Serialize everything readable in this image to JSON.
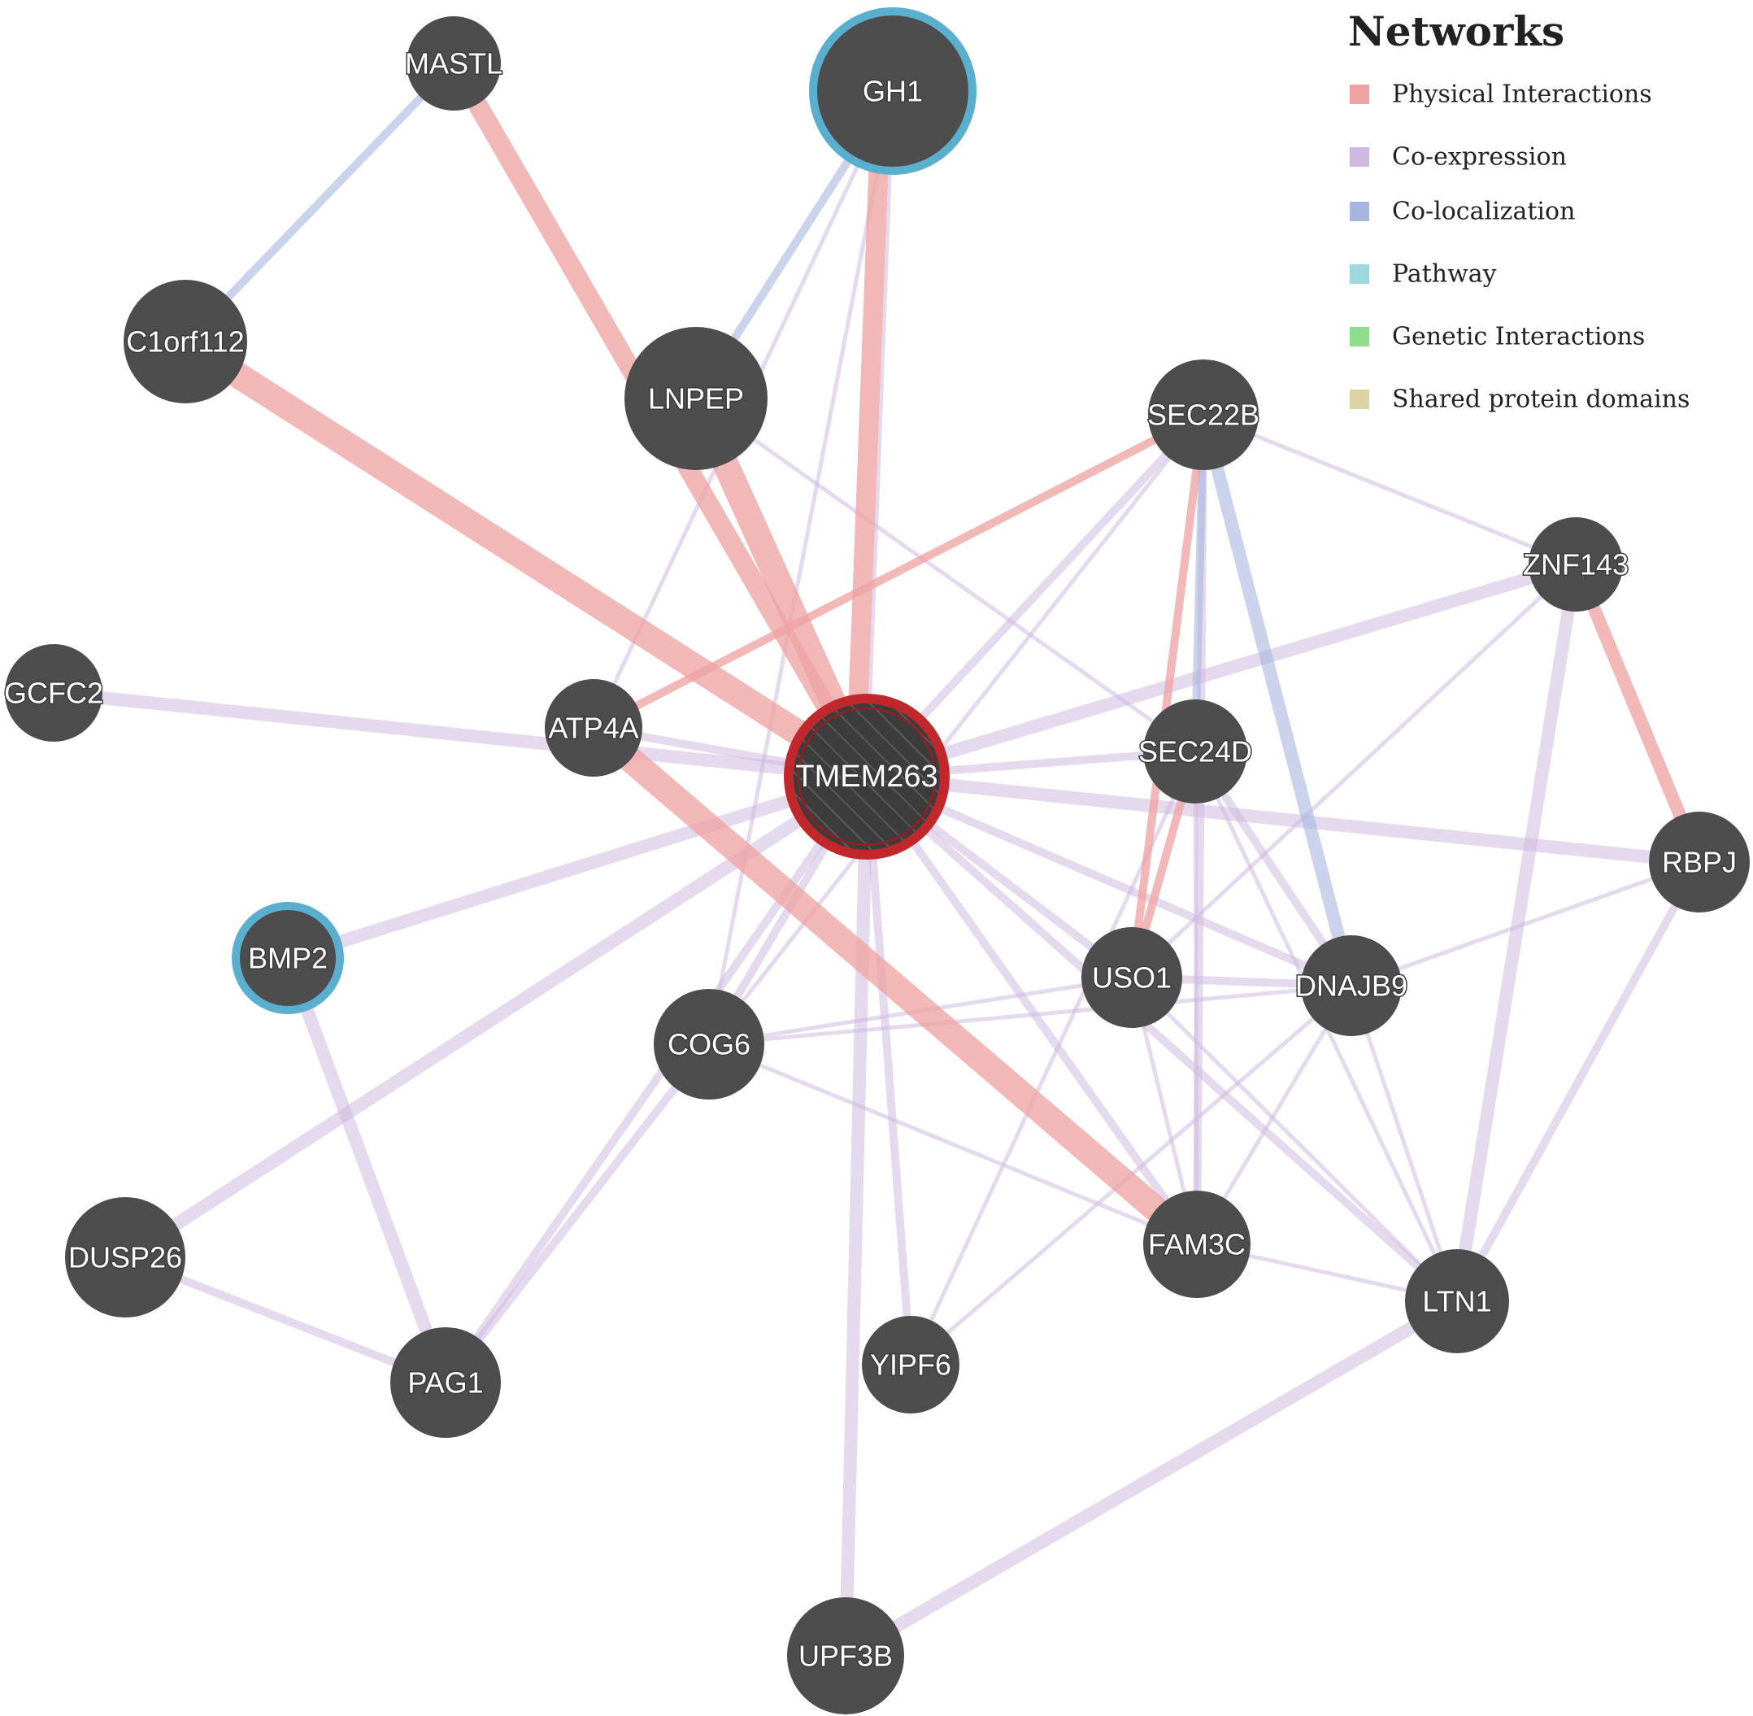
{
  "legend": {
    "title": "Networks",
    "items": [
      {
        "key": "physical",
        "label": "Physical Interactions",
        "color": "#eea3a3"
      },
      {
        "key": "coexpression",
        "label": "Co-expression",
        "color": "#d0b9de"
      },
      {
        "key": "colocalization",
        "label": "Co-localization",
        "color": "#a6b5de"
      },
      {
        "key": "pathway",
        "label": "Pathway",
        "color": "#9fd8dc"
      },
      {
        "key": "genetic",
        "label": "Genetic Interactions",
        "color": "#8fdd8f"
      },
      {
        "key": "domains",
        "label": "Shared protein domains",
        "color": "#dcd3a3"
      }
    ]
  },
  "styles": {
    "node_fill": "#4d4d4d",
    "query_ring": "#c0282c",
    "query_fill": "#3c3c3c",
    "pathway_ring": "#5aafcf",
    "edge_colors": {
      "physical": "#eea3a3",
      "coexpression": "#d0b9de",
      "colocalization": "#a6b5de"
    }
  },
  "nodes": [
    {
      "id": "MASTL",
      "label": "MASTL"
    },
    {
      "id": "GH1",
      "label": "GH1",
      "ring": "pathway"
    },
    {
      "id": "C1orf112",
      "label": "C1orf112"
    },
    {
      "id": "LNPEP",
      "label": "LNPEP"
    },
    {
      "id": "SEC22B",
      "label": "SEC22B"
    },
    {
      "id": "ZNF143",
      "label": "ZNF143"
    },
    {
      "id": "GCFC2",
      "label": "GCFC2"
    },
    {
      "id": "ATP4A",
      "label": "ATP4A"
    },
    {
      "id": "TMEM263",
      "label": "TMEM263",
      "query": true
    },
    {
      "id": "SEC24D",
      "label": "SEC24D"
    },
    {
      "id": "RBPJ",
      "label": "RBPJ"
    },
    {
      "id": "BMP2",
      "label": "BMP2",
      "ring": "pathway"
    },
    {
      "id": "USO1",
      "label": "USO1"
    },
    {
      "id": "DNAJB9",
      "label": "DNAJB9"
    },
    {
      "id": "COG6",
      "label": "COG6"
    },
    {
      "id": "DUSP26",
      "label": "DUSP26"
    },
    {
      "id": "FAM3C",
      "label": "FAM3C"
    },
    {
      "id": "LTN1",
      "label": "LTN1"
    },
    {
      "id": "YIPF6",
      "label": "YIPF6"
    },
    {
      "id": "PAG1",
      "label": "PAG1"
    },
    {
      "id": "UPF3B",
      "label": "UPF3B"
    }
  ],
  "edges": [
    {
      "source": "MASTL",
      "target": "C1orf112",
      "type": "colocalization",
      "weight": 2
    },
    {
      "source": "MASTL",
      "target": "TMEM263",
      "type": "physical",
      "weight": 4
    },
    {
      "source": "C1orf112",
      "target": "TMEM263",
      "type": "physical",
      "weight": 5
    },
    {
      "source": "GH1",
      "target": "TMEM263",
      "type": "physical",
      "weight": 4
    },
    {
      "source": "GH1",
      "target": "TMEM263",
      "type": "coexpression",
      "weight": 1
    },
    {
      "source": "GH1",
      "target": "LNPEP",
      "type": "colocalization",
      "weight": 2
    },
    {
      "source": "GH1",
      "target": "ATP4A",
      "type": "coexpression",
      "weight": 1
    },
    {
      "source": "GH1",
      "target": "COG6",
      "type": "coexpression",
      "weight": 1
    },
    {
      "source": "LNPEP",
      "target": "TMEM263",
      "type": "physical",
      "weight": 5
    },
    {
      "source": "LNPEP",
      "target": "SEC24D",
      "type": "coexpression",
      "weight": 1
    },
    {
      "source": "SEC22B",
      "target": "ATP4A",
      "type": "physical",
      "weight": 2
    },
    {
      "source": "SEC22B",
      "target": "TMEM263",
      "type": "coexpression",
      "weight": 2
    },
    {
      "source": "SEC22B",
      "target": "SEC24D",
      "type": "colocalization",
      "weight": 2
    },
    {
      "source": "SEC22B",
      "target": "DNAJB9",
      "type": "colocalization",
      "weight": 3
    },
    {
      "source": "SEC22B",
      "target": "USO1",
      "type": "physical",
      "weight": 2
    },
    {
      "source": "SEC22B",
      "target": "ZNF143",
      "type": "coexpression",
      "weight": 1
    },
    {
      "source": "SEC22B",
      "target": "FAM3C",
      "type": "coexpression",
      "weight": 2
    },
    {
      "source": "SEC22B",
      "target": "COG6",
      "type": "coexpression",
      "weight": 1
    },
    {
      "source": "ZNF143",
      "target": "RBPJ",
      "type": "physical",
      "weight": 3
    },
    {
      "source": "ZNF143",
      "target": "TMEM263",
      "type": "coexpression",
      "weight": 3
    },
    {
      "source": "ZNF143",
      "target": "LTN1",
      "type": "coexpression",
      "weight": 3
    },
    {
      "source": "ZNF143",
      "target": "USO1",
      "type": "coexpression",
      "weight": 1
    },
    {
      "source": "GCFC2",
      "target": "TMEM263",
      "type": "coexpression",
      "weight": 3
    },
    {
      "source": "ATP4A",
      "target": "TMEM263",
      "type": "coexpression",
      "weight": 2
    },
    {
      "source": "ATP4A",
      "target": "FAM3C",
      "type": "physical",
      "weight": 5
    },
    {
      "source": "TMEM263",
      "target": "SEC24D",
      "type": "coexpression",
      "weight": 2
    },
    {
      "source": "TMEM263",
      "target": "RBPJ",
      "type": "coexpression",
      "weight": 3
    },
    {
      "source": "TMEM263",
      "target": "BMP2",
      "type": "coexpression",
      "weight": 3
    },
    {
      "source": "TMEM263",
      "target": "USO1",
      "type": "coexpression",
      "weight": 2
    },
    {
      "source": "TMEM263",
      "target": "DNAJB9",
      "type": "coexpression",
      "weight": 2
    },
    {
      "source": "TMEM263",
      "target": "COG6",
      "type": "coexpression",
      "weight": 2
    },
    {
      "source": "TMEM263",
      "target": "DUSP26",
      "type": "coexpression",
      "weight": 3
    },
    {
      "source": "TMEM263",
      "target": "FAM3C",
      "type": "coexpression",
      "weight": 2
    },
    {
      "source": "TMEM263",
      "target": "LTN1",
      "type": "coexpression",
      "weight": 2
    },
    {
      "source": "TMEM263",
      "target": "YIPF6",
      "type": "coexpression",
      "weight": 2
    },
    {
      "source": "TMEM263",
      "target": "PAG1",
      "type": "coexpression",
      "weight": 2
    },
    {
      "source": "TMEM263",
      "target": "UPF3B",
      "type": "coexpression",
      "weight": 3
    },
    {
      "source": "SEC24D",
      "target": "USO1",
      "type": "physical",
      "weight": 2
    },
    {
      "source": "SEC24D",
      "target": "DNAJB9",
      "type": "coexpression",
      "weight": 2
    },
    {
      "source": "SEC24D",
      "target": "FAM3C",
      "type": "coexpression",
      "weight": 1
    },
    {
      "source": "SEC24D",
      "target": "LTN1",
      "type": "coexpression",
      "weight": 1
    },
    {
      "source": "SEC24D",
      "target": "YIPF6",
      "type": "coexpression",
      "weight": 1
    },
    {
      "source": "RBPJ",
      "target": "DNAJB9",
      "type": "coexpression",
      "weight": 1
    },
    {
      "source": "RBPJ",
      "target": "LTN1",
      "type": "coexpression",
      "weight": 2
    },
    {
      "source": "BMP2",
      "target": "PAG1",
      "type": "coexpression",
      "weight": 3
    },
    {
      "source": "USO1",
      "target": "DNAJB9",
      "type": "coexpression",
      "weight": 2
    },
    {
      "source": "USO1",
      "target": "FAM3C",
      "type": "coexpression",
      "weight": 1
    },
    {
      "source": "USO1",
      "target": "LTN1",
      "type": "coexpression",
      "weight": 1
    },
    {
      "source": "USO1",
      "target": "COG6",
      "type": "coexpression",
      "weight": 1
    },
    {
      "source": "DNAJB9",
      "target": "COG6",
      "type": "coexpression",
      "weight": 1
    },
    {
      "source": "DNAJB9",
      "target": "FAM3C",
      "type": "coexpression",
      "weight": 1
    },
    {
      "source": "DNAJB9",
      "target": "LTN1",
      "type": "coexpression",
      "weight": 1
    },
    {
      "source": "DNAJB9",
      "target": "YIPF6",
      "type": "coexpression",
      "weight": 1
    },
    {
      "source": "COG6",
      "target": "PAG1",
      "type": "coexpression",
      "weight": 2
    },
    {
      "source": "COG6",
      "target": "FAM3C",
      "type": "coexpression",
      "weight": 1
    },
    {
      "source": "DUSP26",
      "target": "PAG1",
      "type": "coexpression",
      "weight": 2
    },
    {
      "source": "FAM3C",
      "target": "LTN1",
      "type": "coexpression",
      "weight": 1
    },
    {
      "source": "LTN1",
      "target": "UPF3B",
      "type": "coexpression",
      "weight": 3
    }
  ]
}
